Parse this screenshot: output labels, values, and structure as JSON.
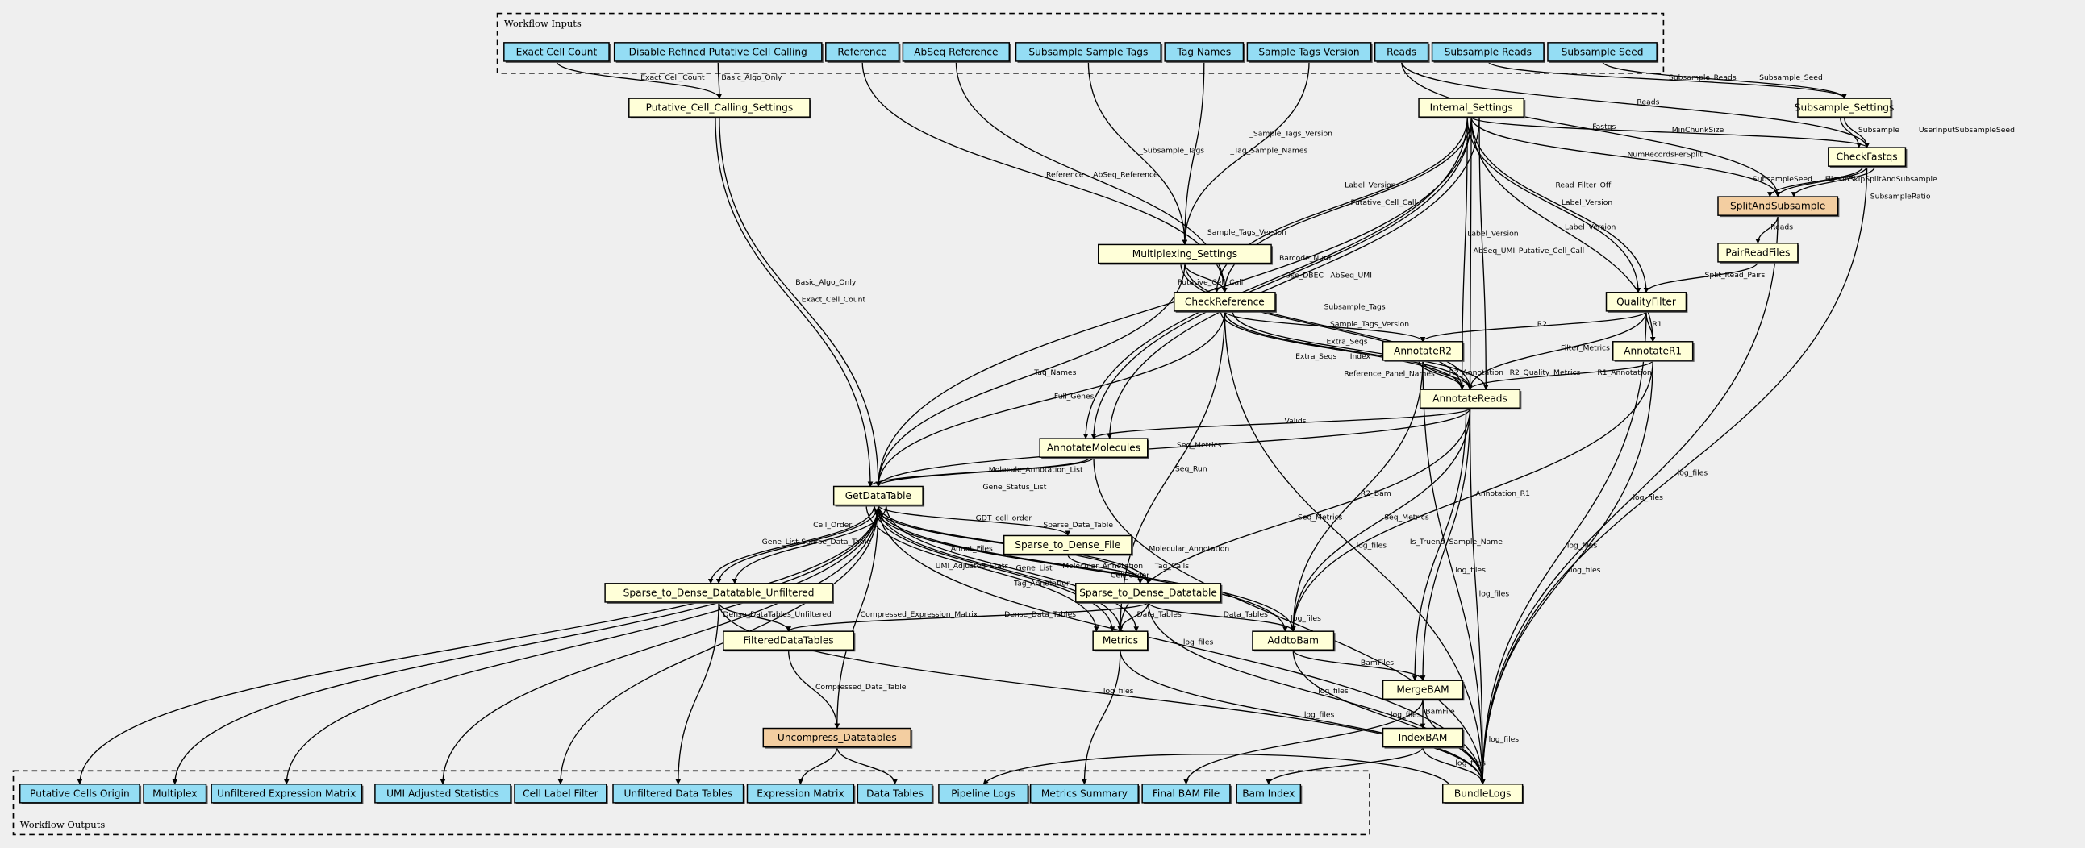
{
  "clusters": {
    "inputs_label": "Workflow Inputs",
    "outputs_label": "Workflow Outputs"
  },
  "colors": {
    "io_node": "#94ddf4",
    "step_node": "#ffffd8",
    "scatter_node": "#f3cea1",
    "background": "#efefef"
  },
  "nodes": {
    "in_exact": {
      "label": "Exact Cell Count",
      "kind": "io"
    },
    "in_disable": {
      "label": "Disable Refined Putative Cell Calling",
      "kind": "io"
    },
    "in_reference": {
      "label": "Reference",
      "kind": "io"
    },
    "in_abseq": {
      "label": "AbSeq Reference",
      "kind": "io"
    },
    "in_subtags": {
      "label": "Subsample Sample Tags",
      "kind": "io"
    },
    "in_tagnames": {
      "label": "Tag Names",
      "kind": "io"
    },
    "in_stv": {
      "label": "Sample Tags Version",
      "kind": "io"
    },
    "in_reads": {
      "label": "Reads",
      "kind": "io"
    },
    "in_subreads": {
      "label": "Subsample Reads",
      "kind": "io"
    },
    "in_subseed": {
      "label": "Subsample Seed",
      "kind": "io"
    },
    "pccs": {
      "label": "Putative_Cell_Calling_Settings",
      "kind": "step"
    },
    "internal": {
      "label": "Internal_Settings",
      "kind": "step"
    },
    "subsample": {
      "label": "Subsample_Settings",
      "kind": "step"
    },
    "checkfastqs": {
      "label": "CheckFastqs",
      "kind": "step"
    },
    "split": {
      "label": "SplitAndSubsample",
      "kind": "scatter"
    },
    "pair": {
      "label": "PairReadFiles",
      "kind": "step"
    },
    "qf": {
      "label": "QualityFilter",
      "kind": "step"
    },
    "mux": {
      "label": "Multiplexing_Settings",
      "kind": "step"
    },
    "checkref": {
      "label": "CheckReference",
      "kind": "step"
    },
    "ar2": {
      "label": "AnnotateR2",
      "kind": "step"
    },
    "ar1": {
      "label": "AnnotateR1",
      "kind": "step"
    },
    "areads": {
      "label": "AnnotateReads",
      "kind": "step"
    },
    "amol": {
      "label": "AnnotateMolecules",
      "kind": "step"
    },
    "gdt": {
      "label": "GetDataTable",
      "kind": "step"
    },
    "stdf": {
      "label": "Sparse_to_Dense_File",
      "kind": "step"
    },
    "stddu": {
      "label": "Sparse_to_Dense_Datatable_Unfiltered",
      "kind": "step"
    },
    "stdd": {
      "label": "Sparse_to_Dense_Datatable",
      "kind": "step"
    },
    "fdt": {
      "label": "FilteredDataTables",
      "kind": "step"
    },
    "metrics": {
      "label": "Metrics",
      "kind": "step"
    },
    "addtobam": {
      "label": "AddtoBam",
      "kind": "step"
    },
    "mergebam": {
      "label": "MergeBAM",
      "kind": "step"
    },
    "indexbam": {
      "label": "IndexBAM",
      "kind": "step"
    },
    "uncompress": {
      "label": "Uncompress_Datatables",
      "kind": "scatter"
    },
    "bundle": {
      "label": "BundleLogs",
      "kind": "step"
    },
    "out_pco": {
      "label": "Putative Cells Origin",
      "kind": "io"
    },
    "out_multiplex": {
      "label": "Multiplex",
      "kind": "io"
    },
    "out_uem": {
      "label": "Unfiltered Expression Matrix",
      "kind": "io"
    },
    "out_umi": {
      "label": "UMI Adjusted Statistics",
      "kind": "io"
    },
    "out_clf": {
      "label": "Cell Label Filter",
      "kind": "io"
    },
    "out_udt": {
      "label": "Unfiltered Data Tables",
      "kind": "io"
    },
    "out_em": {
      "label": "Expression Matrix",
      "kind": "io"
    },
    "out_dt": {
      "label": "Data Tables",
      "kind": "io"
    },
    "out_pl": {
      "label": "Pipeline Logs",
      "kind": "io"
    },
    "out_ms": {
      "label": "Metrics Summary",
      "kind": "io"
    },
    "out_fbf": {
      "label": "Final BAM File",
      "kind": "io"
    },
    "out_bi": {
      "label": "Bam Index",
      "kind": "io"
    }
  },
  "edges": [
    {
      "from": "in_exact",
      "to": "pccs",
      "label": "Exact_Cell_Count"
    },
    {
      "from": "in_disable",
      "to": "pccs",
      "label": "Basic_Algo_Only"
    },
    {
      "from": "in_reference",
      "to": "checkref",
      "label": "Reference"
    },
    {
      "from": "in_abseq",
      "to": "checkref",
      "label": "AbSeq_Reference"
    },
    {
      "from": "in_subtags",
      "to": "mux",
      "label": "_Subsample_Tags"
    },
    {
      "from": "in_tagnames",
      "to": "mux",
      "label": "_Tag_Sample_Names"
    },
    {
      "from": "in_stv",
      "to": "mux",
      "label": "_Sample_Tags_Version"
    },
    {
      "from": "in_reads",
      "to": "checkfastqs",
      "label": "Reads"
    },
    {
      "from": "in_reads",
      "to": "split",
      "label": "Fastqs"
    },
    {
      "from": "in_subreads",
      "to": "subsample",
      "label": "Subsample_Reads"
    },
    {
      "from": "in_subseed",
      "to": "subsample",
      "label": "Subsample_Seed"
    },
    {
      "from": "pccs",
      "to": "gdt",
      "label": "Exact_Cell_Count"
    },
    {
      "from": "pccs",
      "to": "gdt",
      "label": "Basic_Algo_Only"
    },
    {
      "from": "internal",
      "to": "gdt",
      "label": "Putative_Cell_Call"
    },
    {
      "from": "internal",
      "to": "checkfastqs",
      "label": "MinChunkSize"
    },
    {
      "from": "internal",
      "to": "split",
      "label": "NumRecordsPerSplit"
    },
    {
      "from": "internal",
      "to": "checkref",
      "label": "Putative_Cell_Call"
    },
    {
      "from": "internal",
      "to": "checkref",
      "label": "Label_Version"
    },
    {
      "from": "internal",
      "to": "areads",
      "label": "AbSeq_UMI"
    },
    {
      "from": "internal",
      "to": "areads",
      "label": "Label_Version"
    },
    {
      "from": "internal",
      "to": "areads",
      "label": "Putative_Cell_Call"
    },
    {
      "from": "internal",
      "to": "qf",
      "label": "Label_Version"
    },
    {
      "from": "internal",
      "to": "qf",
      "label": "Read_Filter_Off"
    },
    {
      "from": "internal",
      "to": "ar1",
      "label": "Label_Version"
    },
    {
      "from": "internal",
      "to": "amol",
      "label": "Use_DBEC"
    },
    {
      "from": "internal",
      "to": "amol",
      "label": "Barcode_Num"
    },
    {
      "from": "internal",
      "to": "amol",
      "label": "AbSeq_UMI"
    },
    {
      "from": "subsample",
      "to": "checkfastqs",
      "label": "Subsample"
    },
    {
      "from": "subsample",
      "to": "checkfastqs",
      "label": "UserInputSubsampleSeed"
    },
    {
      "from": "checkfastqs",
      "to": "split",
      "label": "FilesToSkipSplitAndSubsample"
    },
    {
      "from": "checkfastqs",
      "to": "split",
      "label": "SubsampleSeed"
    },
    {
      "from": "checkfastqs",
      "to": "split",
      "label": "SubsampleRatio"
    },
    {
      "from": "checkfastqs",
      "to": "bundle",
      "label": "log_files"
    },
    {
      "from": "split",
      "to": "pair",
      "label": "Reads"
    },
    {
      "from": "split",
      "to": "bundle",
      "label": "log_files"
    },
    {
      "from": "pair",
      "to": "qf",
      "label": "Split_Read_Pairs"
    },
    {
      "from": "qf",
      "to": "ar2",
      "label": "R2"
    },
    {
      "from": "qf",
      "to": "ar1",
      "label": "R1"
    },
    {
      "from": "qf",
      "to": "areads",
      "label": "Filter_Metrics"
    },
    {
      "from": "qf",
      "to": "bundle",
      "label": "log_files"
    },
    {
      "from": "mux",
      "to": "checkref",
      "label": "Sample_Tags_Version"
    },
    {
      "from": "mux",
      "to": "gdt",
      "label": "Tag_Names"
    },
    {
      "from": "mux",
      "to": "areads",
      "label": "Sample_Tags_Version"
    },
    {
      "from": "mux",
      "to": "areads",
      "label": "Subsample_Tags"
    },
    {
      "from": "checkref",
      "to": "ar2",
      "label": "Extra_Seqs"
    },
    {
      "from": "checkref",
      "to": "areads",
      "label": "Index"
    },
    {
      "from": "checkref",
      "to": "areads",
      "label": "Reference_Panel_Names"
    },
    {
      "from": "checkref",
      "to": "areads",
      "label": "Extra_Seqs"
    },
    {
      "from": "checkref",
      "to": "gdt",
      "label": "Full_Genes"
    },
    {
      "from": "checkref",
      "to": "metrics",
      "label": "Seq_Run"
    },
    {
      "from": "checkref",
      "to": "bundle",
      "label": "log_files"
    },
    {
      "from": "ar2",
      "to": "areads",
      "label": "R2_Annotation"
    },
    {
      "from": "ar2",
      "to": "areads",
      "label": "R2_Quality_Metrics"
    },
    {
      "from": "ar2",
      "to": "addtobam",
      "label": "R2_Bam"
    },
    {
      "from": "ar2",
      "to": "bundle",
      "label": "log_files"
    },
    {
      "from": "ar1",
      "to": "areads",
      "label": "R1_Annotation"
    },
    {
      "from": "ar1",
      "to": "addtobam",
      "label": "Annotation_R1"
    },
    {
      "from": "ar1",
      "to": "bundle",
      "label": "log_files"
    },
    {
      "from": "areads",
      "to": "amol",
      "label": "Valids"
    },
    {
      "from": "areads",
      "to": "gdt",
      "label": "Seq_Metrics"
    },
    {
      "from": "areads",
      "to": "metrics",
      "label": "Seq_Metrics"
    },
    {
      "from": "areads",
      "to": "addtobam",
      "label": "Seq_Metrics"
    },
    {
      "from": "areads",
      "to": "mergebam",
      "label": "Sample_Name"
    },
    {
      "from": "areads",
      "to": "mergebam",
      "label": "Is_Trueno"
    },
    {
      "from": "areads",
      "to": "bundle",
      "label": "log_files"
    },
    {
      "from": "amol",
      "to": "gdt",
      "label": "Molecule_Annotation_List"
    },
    {
      "from": "amol",
      "to": "gdt",
      "label": "Gene_Status_List"
    },
    {
      "from": "amol",
      "to": "bundle",
      "label": "log_files"
    },
    {
      "from": "gdt",
      "to": "stdf",
      "label": "GDT_cell_order"
    },
    {
      "from": "gdt",
      "to": "stddu",
      "label": "Sparse_Data_Table"
    },
    {
      "from": "gdt",
      "to": "stddu",
      "label": "Gene_List"
    },
    {
      "from": "gdt",
      "to": "stddu",
      "label": "Cell_Order"
    },
    {
      "from": "gdt",
      "to": "stdd",
      "label": "Gene_List"
    },
    {
      "from": "gdt",
      "to": "stdd",
      "label": "Sparse_Data_Table"
    },
    {
      "from": "gdt",
      "to": "metrics",
      "label": "UMI_Adjusted_Stats"
    },
    {
      "from": "gdt",
      "to": "metrics",
      "label": "Molecular_Annotation"
    },
    {
      "from": "gdt",
      "to": "metrics",
      "label": "Tag_Annotation"
    },
    {
      "from": "gdt",
      "to": "metrics",
      "label": "Annot_Files"
    },
    {
      "from": "gdt",
      "to": "addtobam",
      "label": "Tag_Calls"
    },
    {
      "from": "gdt",
      "to": "addtobam",
      "label": "Molecular_Annotation"
    },
    {
      "from": "gdt",
      "to": "uncompress",
      "label": "Compressed_Expression_Matrix"
    },
    {
      "from": "gdt",
      "to": "out_pco",
      "label": ""
    },
    {
      "from": "gdt",
      "to": "out_multiplex",
      "label": ""
    },
    {
      "from": "gdt",
      "to": "out_uem",
      "label": ""
    },
    {
      "from": "gdt",
      "to": "out_umi",
      "label": ""
    },
    {
      "from": "gdt",
      "to": "out_clf",
      "label": ""
    },
    {
      "from": "gdt",
      "to": "bundle",
      "label": "log_files"
    },
    {
      "from": "stdf",
      "to": "stdd",
      "label": "Cell_Order"
    },
    {
      "from": "stddu",
      "to": "fdt",
      "label": "Dense_DataTables_Unfiltered"
    },
    {
      "from": "stddu",
      "to": "out_udt",
      "label": ""
    },
    {
      "from": "stddu",
      "to": "bundle",
      "label": "log_files"
    },
    {
      "from": "stdd",
      "to": "fdt",
      "label": "Dense_Data_Tables"
    },
    {
      "from": "stdd",
      "to": "metrics",
      "label": "Data_Tables"
    },
    {
      "from": "stdd",
      "to": "addtobam",
      "label": "Data_Tables"
    },
    {
      "from": "stdd",
      "to": "bundle",
      "label": "log_files"
    },
    {
      "from": "fdt",
      "to": "uncompress",
      "label": "Compressed_Data_Table"
    },
    {
      "from": "uncompress",
      "to": "out_em",
      "label": ""
    },
    {
      "from": "uncompress",
      "to": "out_dt",
      "label": ""
    },
    {
      "from": "metrics",
      "to": "out_ms",
      "label": ""
    },
    {
      "from": "metrics",
      "to": "bundle",
      "label": "log_files"
    },
    {
      "from": "addtobam",
      "to": "mergebam",
      "label": "BamFiles"
    },
    {
      "from": "addtobam",
      "to": "bundle",
      "label": "log_files"
    },
    {
      "from": "mergebam",
      "to": "indexbam",
      "label": "BamFile"
    },
    {
      "from": "mergebam",
      "to": "out_fbf",
      "label": ""
    },
    {
      "from": "mergebam",
      "to": "bundle",
      "label": "log_files"
    },
    {
      "from": "indexbam",
      "to": "out_bi",
      "label": ""
    },
    {
      "from": "indexbam",
      "to": "bundle",
      "label": "log_files"
    },
    {
      "from": "bundle",
      "to": "out_pl",
      "label": ""
    }
  ]
}
